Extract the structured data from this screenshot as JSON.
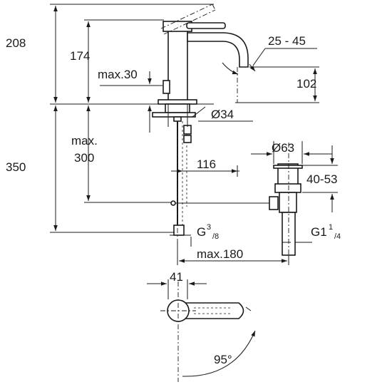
{
  "dimensions": {
    "total_height": "208",
    "spout_height": "174",
    "max_30": "max.30",
    "tilt_angle": "25 - 45",
    "aerator_height": "102",
    "hole_diameter": "Ø34",
    "max_label": "max.",
    "max_300": "300",
    "below_height": "350",
    "waste_diameter": "Ø63",
    "offset_116": "116",
    "waste_range": "40-53",
    "inlet_thread_g": "G",
    "inlet_thread_sup": "3",
    "inlet_thread_sub": "/8",
    "waste_thread_g": "G1",
    "waste_thread_sup": "1",
    "waste_thread_sub": "/4",
    "max_180": "max.180",
    "body_width": "41",
    "swivel_angle": "95°"
  }
}
